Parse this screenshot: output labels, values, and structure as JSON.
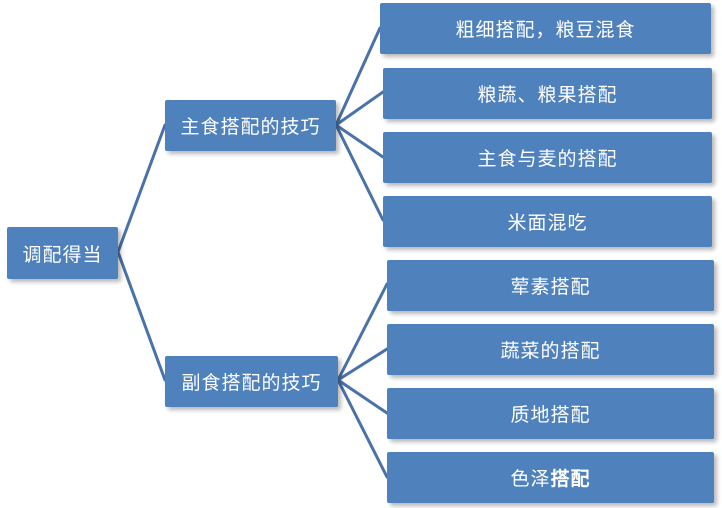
{
  "root": {
    "label": "调配得当"
  },
  "branches": [
    {
      "label": "主食搭配的技巧",
      "children": [
        {
          "label": "粗细搭配，粮豆混食"
        },
        {
          "label": "粮蔬、粮果搭配"
        },
        {
          "label": "主食与麦的搭配"
        },
        {
          "label": "米面混吃"
        }
      ]
    },
    {
      "label": "副食搭配的技巧",
      "children": [
        {
          "label": "荤素搭配"
        },
        {
          "label": "蔬菜的搭配"
        },
        {
          "label": "质地搭配"
        },
        {
          "label_plain": "色泽",
          "label_bold": "搭配"
        }
      ]
    }
  ],
  "colors": {
    "node_fill": "#4f81bd",
    "node_text": "#ffffff",
    "connector": "#4a72a8",
    "background": "#ffffff"
  }
}
